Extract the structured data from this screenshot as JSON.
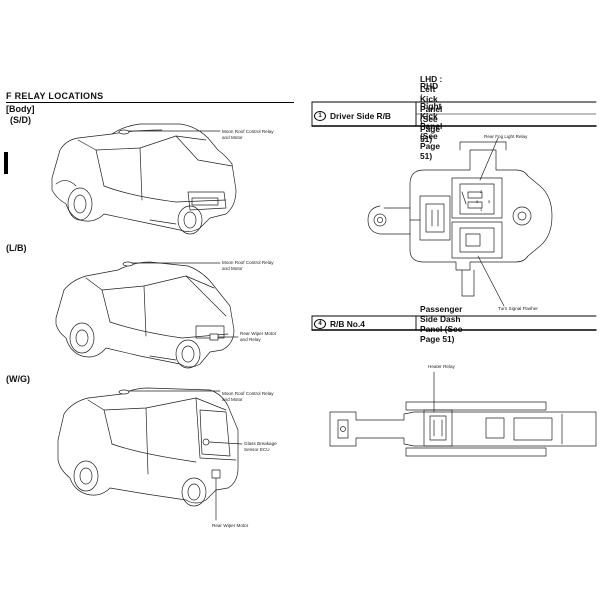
{
  "section_title": "F  RELAY LOCATIONS",
  "body_label": "[Body]",
  "variants": {
    "sd": "(S/D)",
    "lb": "(L/B)",
    "wg": "(W/G)"
  },
  "callouts": {
    "sd_moon_roof": [
      "Moon Roof Control Relay",
      "and Motor"
    ],
    "lb_moon_roof": [
      "Moon Roof Control Relay",
      "and Motor"
    ],
    "lb_rear_wiper": [
      "Rear Wiper Motor",
      "and Relay"
    ],
    "wg_moon_roof": [
      "Moon Roof Control Relay",
      "and Motor"
    ],
    "wg_glass_break": [
      "Glass Breakage",
      "Sensor ECU"
    ],
    "wg_rear_wiper": [
      "Rear Wiper Motor"
    ]
  },
  "rb1": {
    "number": "1",
    "name": "Driver Side R/B",
    "lhd": "LHD : Left Kick Panel (See Page 51)",
    "rhd": "RHD : Right Kick Panel (See Page 51)",
    "rear_fog": "Rear Fog Light Relay",
    "turn_signal": "Turn Signal Flasher",
    "pins": [
      "2",
      "3",
      "5",
      "1"
    ]
  },
  "rb4": {
    "number": "4",
    "name": "R/B No.4",
    "location": "Passenger Side Dash Panel (See Page 51)",
    "heater": "Heater Relay"
  }
}
